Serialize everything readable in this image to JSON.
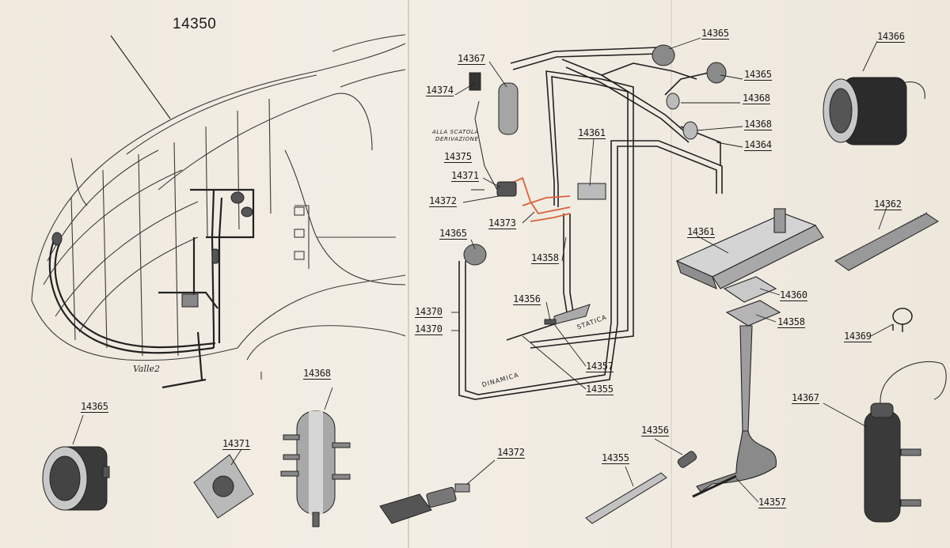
{
  "drawing": {
    "title": "14350",
    "note_line_1": "ALLA SCATOLA",
    "note_line_2": "DERIVAZIONE",
    "tube_static": "STATICA",
    "tube_dynamic": "DINAMICA",
    "signature": "Valle2"
  },
  "callouts": [
    "14365",
    "14367",
    "14374",
    "14365",
    "14368",
    "14368",
    "14364",
    "14361",
    "14375",
    "14371",
    "14372",
    "14373",
    "14365",
    "14358",
    "14356",
    "14370",
    "14370",
    "14357",
    "14355",
    "14366",
    "14362",
    "14361",
    "14360",
    "14358",
    "14369",
    "14365",
    "14368",
    "14371",
    "14372",
    "14356",
    "14355",
    "14367",
    "14357"
  ],
  "colors": {
    "paper": "#f0ebe1",
    "ink": "#1a1a1a",
    "static_tube_highlight": "#d9623a"
  }
}
